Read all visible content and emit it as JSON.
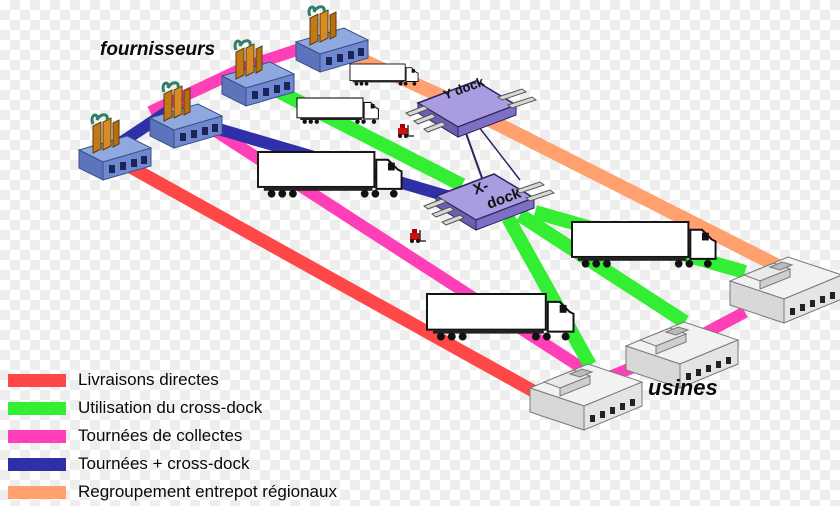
{
  "labels": {
    "fournisseurs": "fournisseurs",
    "usines": "usines",
    "ydock": "Y dock",
    "xdock_line1": "X-",
    "xdock_line2": "dock"
  },
  "legend": [
    {
      "label": "Livraisons directes",
      "color": "#ff4747"
    },
    {
      "label": "Utilisation du cross-dock",
      "color": "#33ee33"
    },
    {
      "label": "Tournées de collectes",
      "color": "#ff3fb8"
    },
    {
      "label": "Tournées + cross-dock",
      "color": "#2f2fa8"
    },
    {
      "label": "Regroupement entrepot régionaux",
      "color": "#ffa06e"
    }
  ],
  "icons": {
    "supplier": "factory-icon",
    "plant": "plant-building-icon",
    "truck": "truck-icon",
    "forklift": "forklift-icon",
    "crossdock": "crossdock-platform-icon"
  }
}
